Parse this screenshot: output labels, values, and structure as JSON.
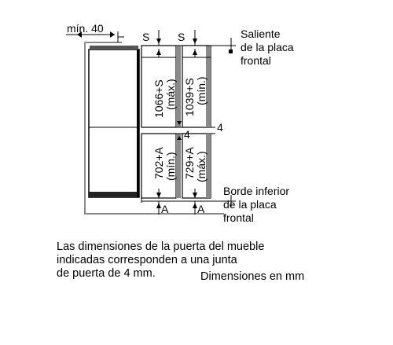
{
  "dimension_labels": {
    "min_40": "mín. 40",
    "s_left": "S",
    "s_right": "S",
    "a_left": "A",
    "a_right": "A",
    "four_mid": "4",
    "four_right": "4"
  },
  "vertical_labels": {
    "upper_left_main": "1066+S",
    "upper_left_sub": "(máx.)",
    "upper_right_main": "1039+S",
    "upper_right_sub": "(mín.)",
    "lower_left_main": "702+A",
    "lower_left_sub": "(mín.)",
    "lower_right_main": "729+A",
    "lower_right_sub": "(máx.)"
  },
  "callouts": {
    "top": [
      "Saliente",
      "de la placa",
      "frontal"
    ],
    "bottom": [
      "Borde inferior",
      "de la placa",
      "frontal"
    ]
  },
  "notes": {
    "main": [
      "Las dimensiones de la puerta del mueble",
      "indicadas corresponden a una junta",
      "de puerta de 4 mm."
    ],
    "units": "Dimensiones en mm"
  }
}
